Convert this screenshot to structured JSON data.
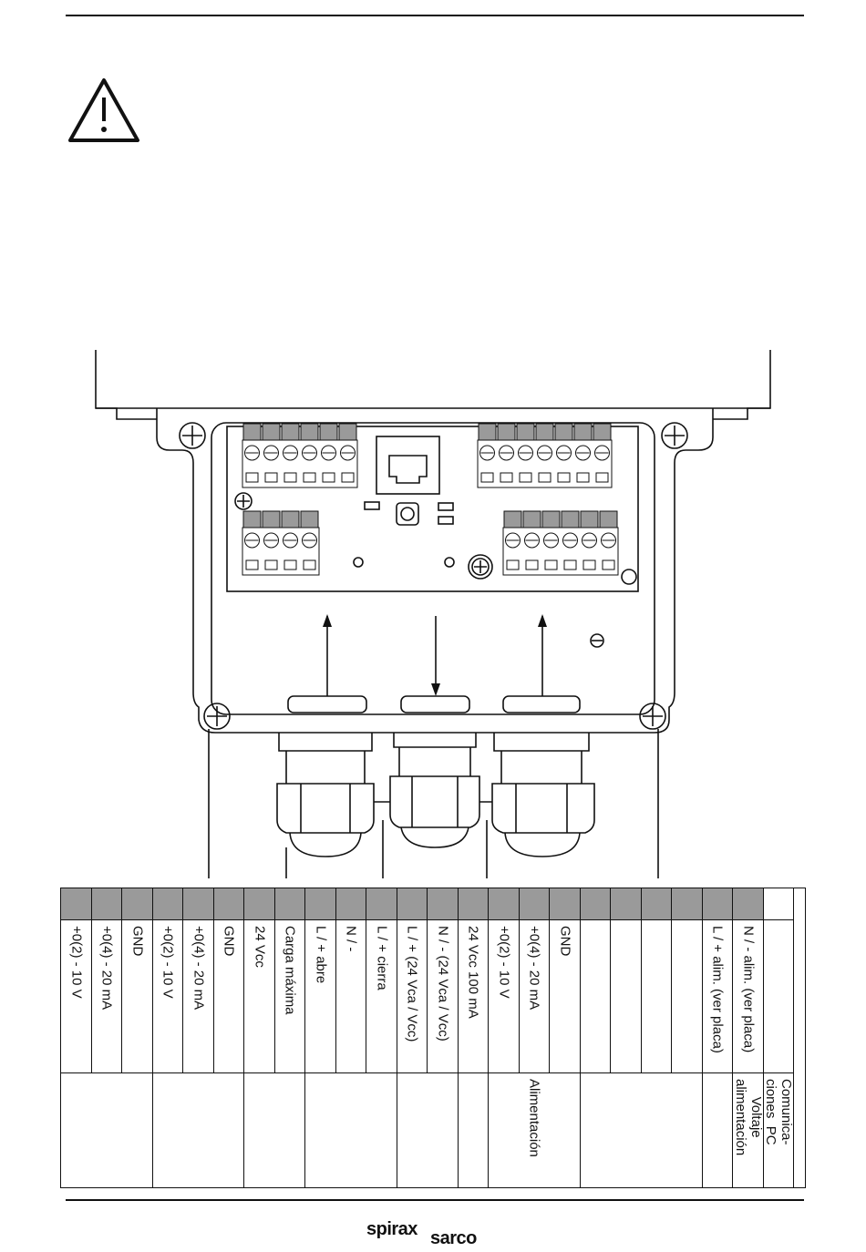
{
  "warning_icon": "warning-triangle-icon",
  "terminals": [
    {
      "signal": "+0(2) - 10 V"
    },
    {
      "signal": "+0(4) - 20 mA"
    },
    {
      "signal": "GND"
    },
    {
      "signal": "+0(2) - 10 V"
    },
    {
      "signal": "+0(4) - 20 mA"
    },
    {
      "signal": "GND"
    },
    {
      "signal": "24 Vcc"
    },
    {
      "signal": "Carga máxima"
    },
    {
      "signal": "L / + abre"
    },
    {
      "signal": "N / -"
    },
    {
      "signal": "L / + cierra"
    },
    {
      "signal": "L / + (24 Vca / Vcc)"
    },
    {
      "signal": "N / - (24 Vca / Vcc)"
    },
    {
      "signal": "24 Vcc 100 mA"
    },
    {
      "signal": "+0(2) - 10 V"
    },
    {
      "signal": "+0(4) - 20 mA"
    },
    {
      "signal": "GND"
    },
    {
      "signal": ""
    },
    {
      "signal": ""
    },
    {
      "signal": ""
    },
    {
      "signal": ""
    },
    {
      "signal": "L / + alim. (ver placa)"
    },
    {
      "signal": "N / - alim. (ver placa)"
    },
    {
      "signal": ""
    }
  ],
  "groups": [
    {
      "label": ""
    },
    {
      "label": ""
    },
    {
      "label": ""
    },
    {
      "label": ""
    },
    {
      "label": ""
    },
    {
      "label": ""
    },
    {
      "label": "Alimentación"
    },
    {
      "label": ""
    },
    {
      "label": ""
    },
    {
      "label": "Voltaje\nalimentación"
    },
    {
      "label": "Comunica-\nciones  PC"
    }
  ],
  "logo": {
    "part1": "spirax",
    "part2": "sarco"
  }
}
